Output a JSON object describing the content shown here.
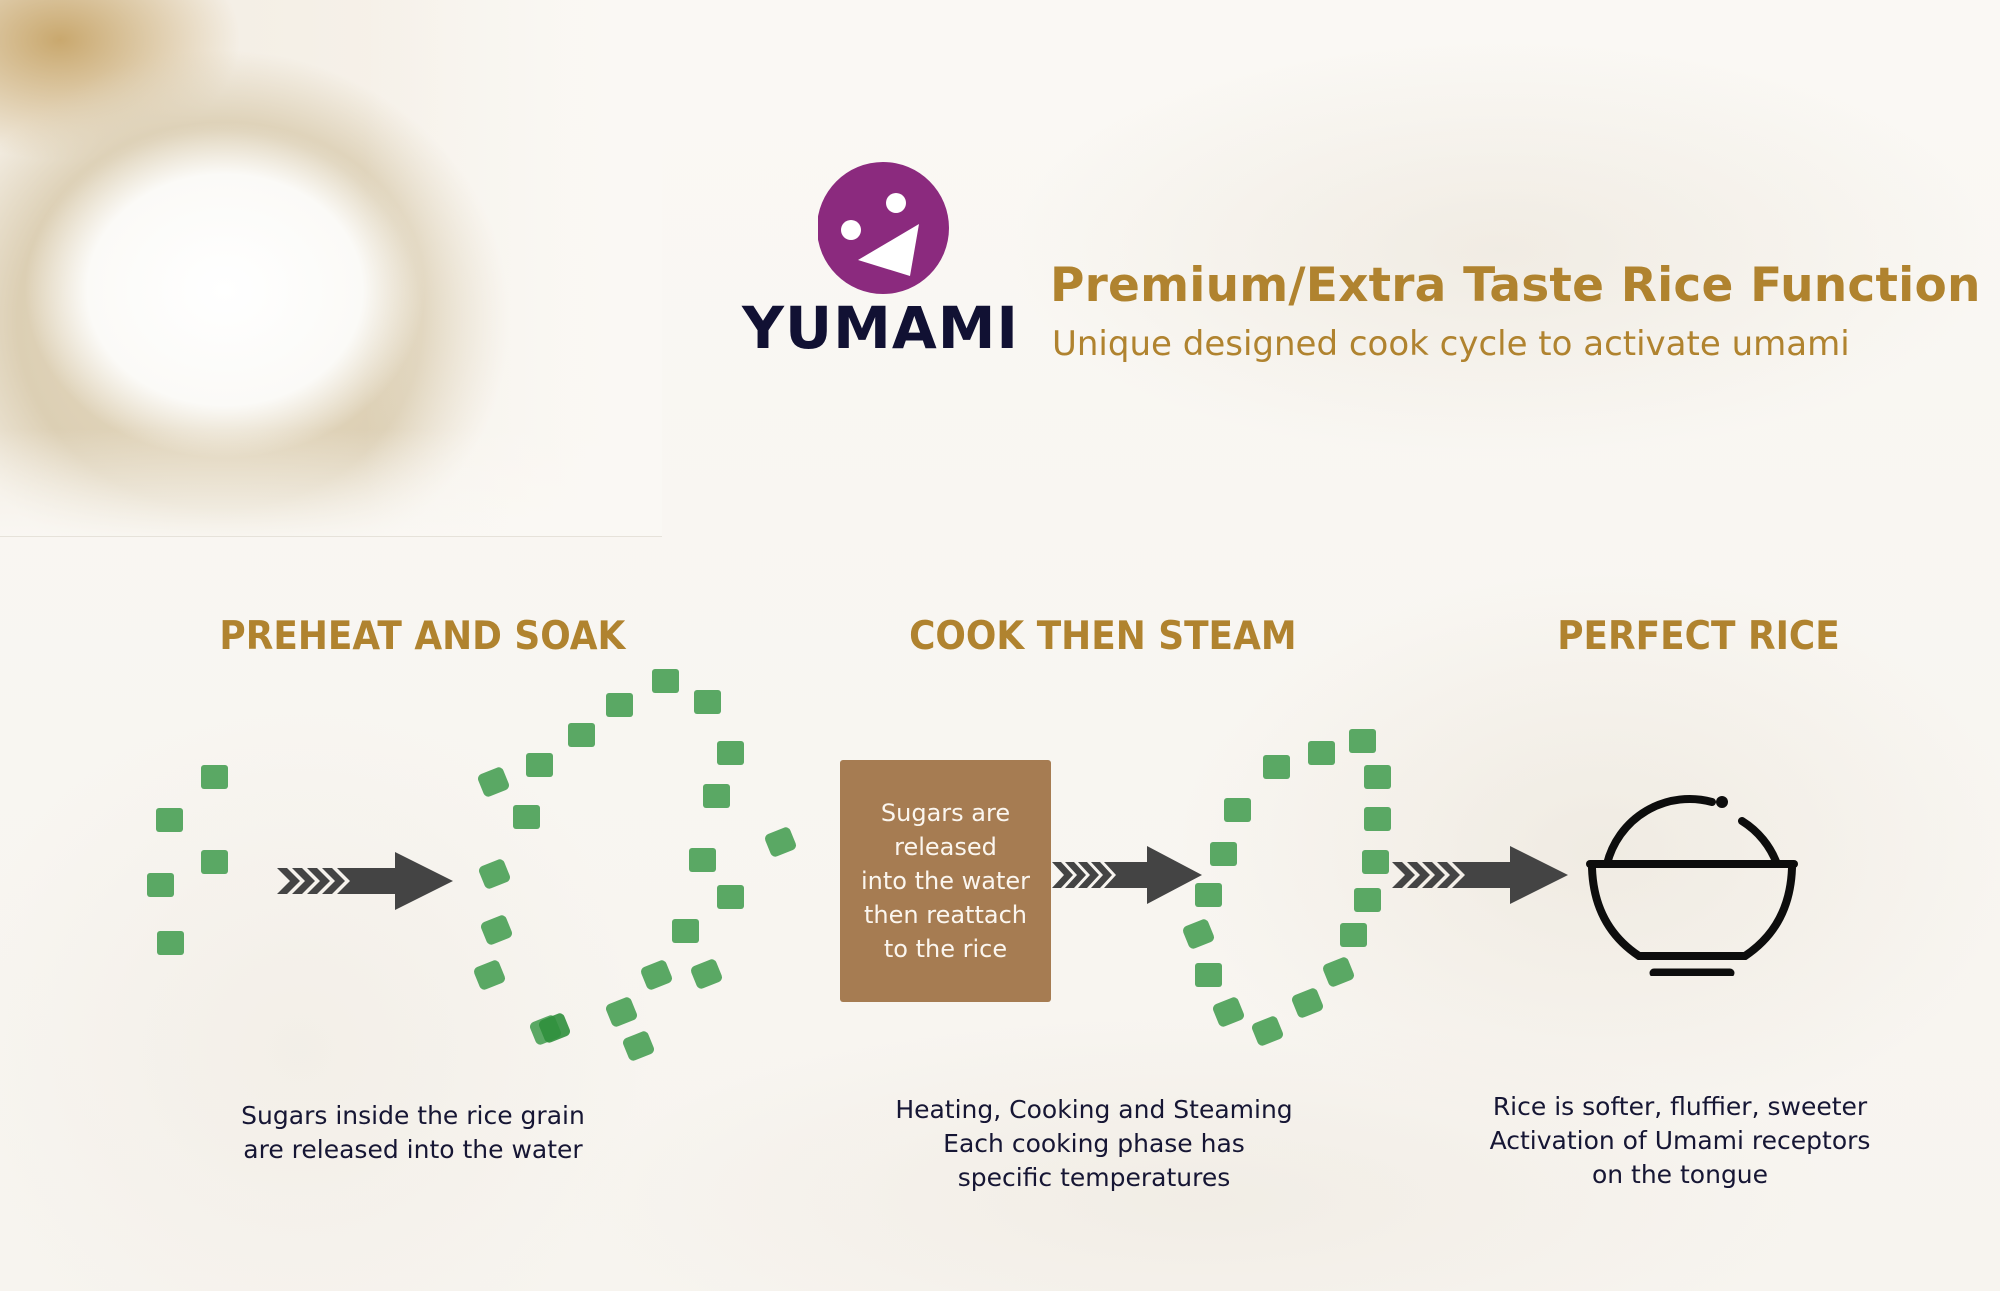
{
  "brand": {
    "name": "YUMAMI",
    "logo_color": "#8B2A7E",
    "wordmark_color": "#111133"
  },
  "header": {
    "title": "Premium/Extra Taste Rice Function",
    "subtitle": "Unique designed cook cycle to activate umami",
    "accent_color": "#B0832F"
  },
  "steps": [
    {
      "heading": "PREHEAT AND SOAK",
      "caption_lines": [
        "Sugars inside the rice grain",
        "are released into the water"
      ]
    },
    {
      "heading": "COOK THEN STEAM",
      "box_lines": [
        "Sugars are",
        "released",
        "into the water",
        "then reattach",
        "to the rice"
      ],
      "caption_lines": [
        "Heating, Cooking and Steaming",
        "Each cooking phase has",
        "specific temperatures"
      ]
    },
    {
      "heading": "PERFECT RICE",
      "icon": "rice-bowl-icon",
      "caption_lines": [
        "Rice is softer, fluffier, sweeter",
        "Activation of Umami receptors",
        "on the tongue"
      ]
    }
  ],
  "colors": {
    "sugar_square": "#5AA864",
    "box": "#A67C52",
    "arrow": "#444444",
    "caption_text": "#161634"
  },
  "icons": {
    "arrows": [
      "arrow-right-icon",
      "arrow-right-icon",
      "arrow-right-icon"
    ],
    "photo": "rice-bowl-photo"
  }
}
